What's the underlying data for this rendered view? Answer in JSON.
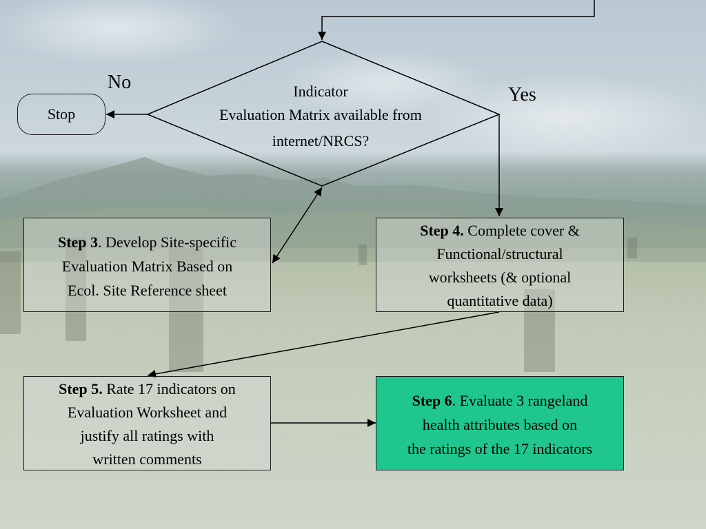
{
  "labels": {
    "no": "No",
    "yes": "Yes"
  },
  "stop": {
    "text": "Stop"
  },
  "decision": {
    "line1": "Indicator",
    "line2": "Evaluation Matrix available from",
    "line3": "internet/NRCS?"
  },
  "step3": {
    "title": "Step 3",
    "text_line1": ". Develop Site-specific",
    "text_line2": "Evaluation Matrix Based on",
    "text_line3": "Ecol. Site Reference sheet"
  },
  "step4": {
    "title": "Step 4.",
    "text_line1": " Complete cover &",
    "text_line2": "Functional/structural",
    "text_line3": "worksheets (& optional",
    "text_line4": "quantitative data)"
  },
  "step5": {
    "title": "Step 5.",
    "text_line1": " Rate 17 indicators on",
    "text_line2": "Evaluation Worksheet and",
    "text_line3": "justify all ratings with",
    "text_line4": "written comments"
  },
  "step6": {
    "title": "Step 6",
    "text_line1": ". Evaluate 3 rangeland",
    "text_line2": "health attributes based on",
    "text_line3": "the ratings of the 17 indicators"
  },
  "colors": {
    "step6_fill": "#1fc68e",
    "lines": "#000000"
  }
}
